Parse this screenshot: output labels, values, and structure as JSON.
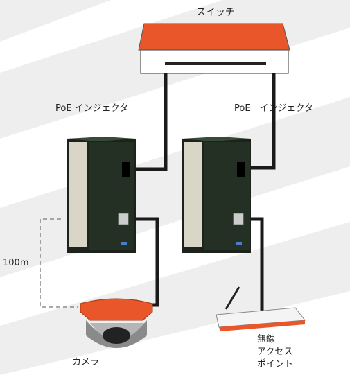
{
  "labels": {
    "switch": "スイッチ",
    "injector_left": "PoE インジェクタ",
    "injector_right": "PoE　インジェクタ",
    "distance": "100m",
    "camera": "カメラ",
    "ap_line1": "無線",
    "ap_line2": "アクセス",
    "ap_line3": "ポイント"
  },
  "colors": {
    "orange": "#e8562a",
    "cable": "#1a1a1a",
    "device": "#222822",
    "background_stripes": "#ededed"
  }
}
